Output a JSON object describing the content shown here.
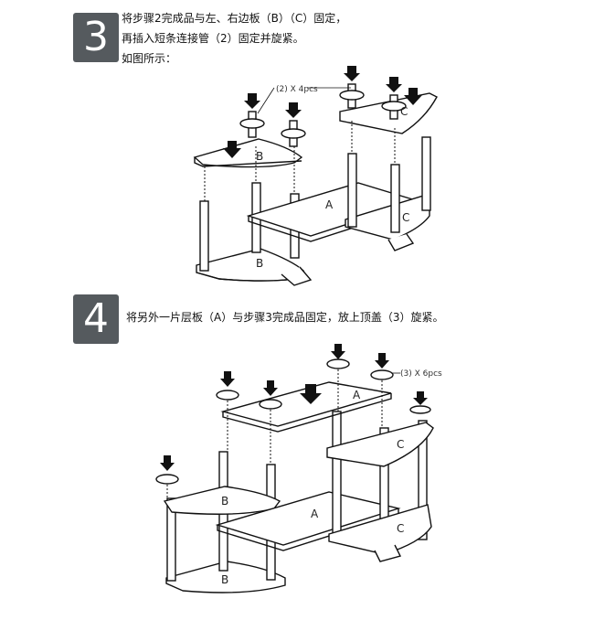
{
  "steps": [
    {
      "number": "3",
      "lines": [
        "将步骤2完成品与左、右边板（B）（C）固定，",
        "再插入短条连接管（2）固定并旋紧。",
        "如图所示："
      ],
      "callout": "(2) X  4pcs",
      "labels": {
        "b_top": "B",
        "b_bottom": "B",
        "c_top": "C",
        "c_bottom": "C",
        "a": "A"
      }
    },
    {
      "number": "4",
      "lines": [
        "将另外一片层板（A）与步骤3完成品固定，放上顶盖（3）旋紧。"
      ],
      "callout": "(3) X  6pcs",
      "labels": {
        "a_top": "A",
        "a_mid": "A",
        "b_top": "B",
        "b_bottom": "B",
        "c_top": "C",
        "c_bottom": "C"
      }
    }
  ]
}
